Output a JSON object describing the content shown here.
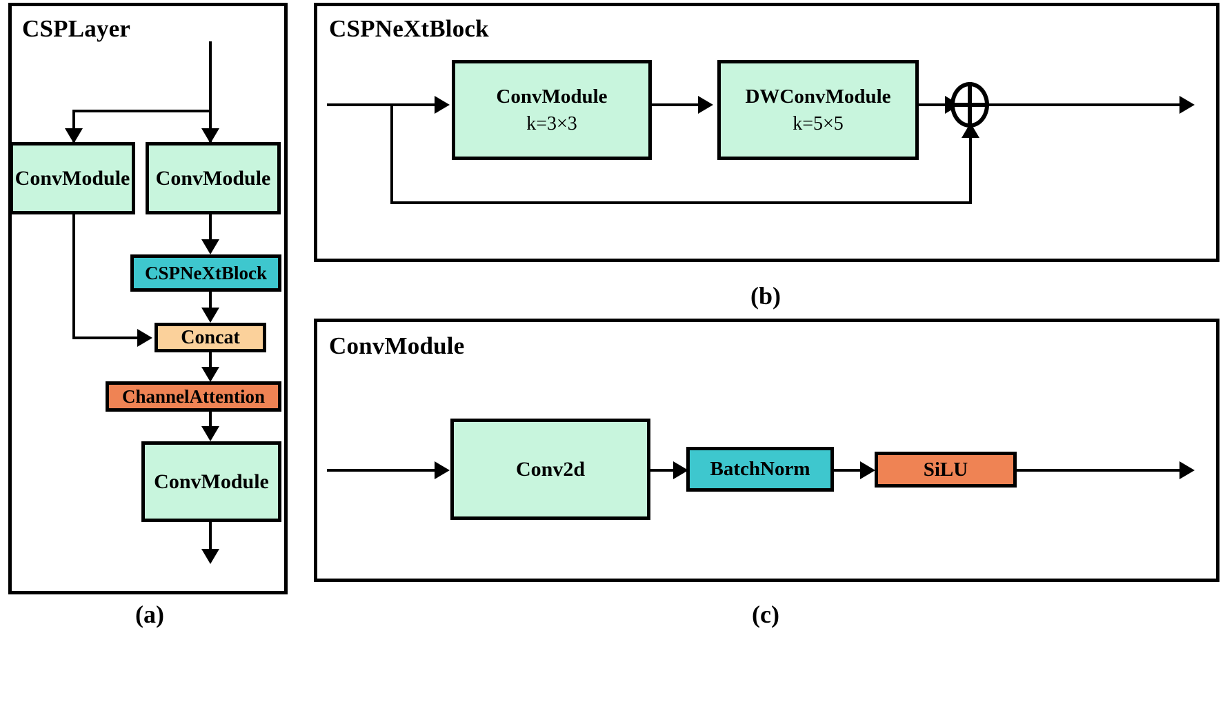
{
  "figure": {
    "background": "#ffffff",
    "line_color": "#000000"
  },
  "colors": {
    "mint": "#c8f5dd",
    "teal": "#3ec7ce",
    "peach": "#fbd19b",
    "orange": "#ef8354",
    "border": "#000000"
  },
  "panels": {
    "a": {
      "title": "CSPLayer",
      "caption": "(a)",
      "blocks": {
        "conv_left": {
          "label": "ConvModule"
        },
        "conv_right": {
          "label": "ConvModule"
        },
        "cspnext": {
          "label": "CSPNeXtBlock"
        },
        "concat": {
          "label": "Concat"
        },
        "channel_attention": {
          "label": "ChannelAttention"
        },
        "conv_out": {
          "label": "ConvModule"
        }
      }
    },
    "b": {
      "title": "CSPNeXtBlock",
      "caption": "(b)",
      "blocks": {
        "conv": {
          "label": "ConvModule",
          "kernel": "k=3×3"
        },
        "dwconv": {
          "label": "DWConvModule",
          "kernel": "k=5×5"
        },
        "sum": {
          "symbol": "⊕"
        }
      }
    },
    "c": {
      "title": "ConvModule",
      "caption": "(c)",
      "blocks": {
        "conv2d": {
          "label": "Conv2d"
        },
        "batchnorm": {
          "label": "BatchNorm"
        },
        "silu": {
          "label": "SiLU"
        }
      }
    }
  }
}
